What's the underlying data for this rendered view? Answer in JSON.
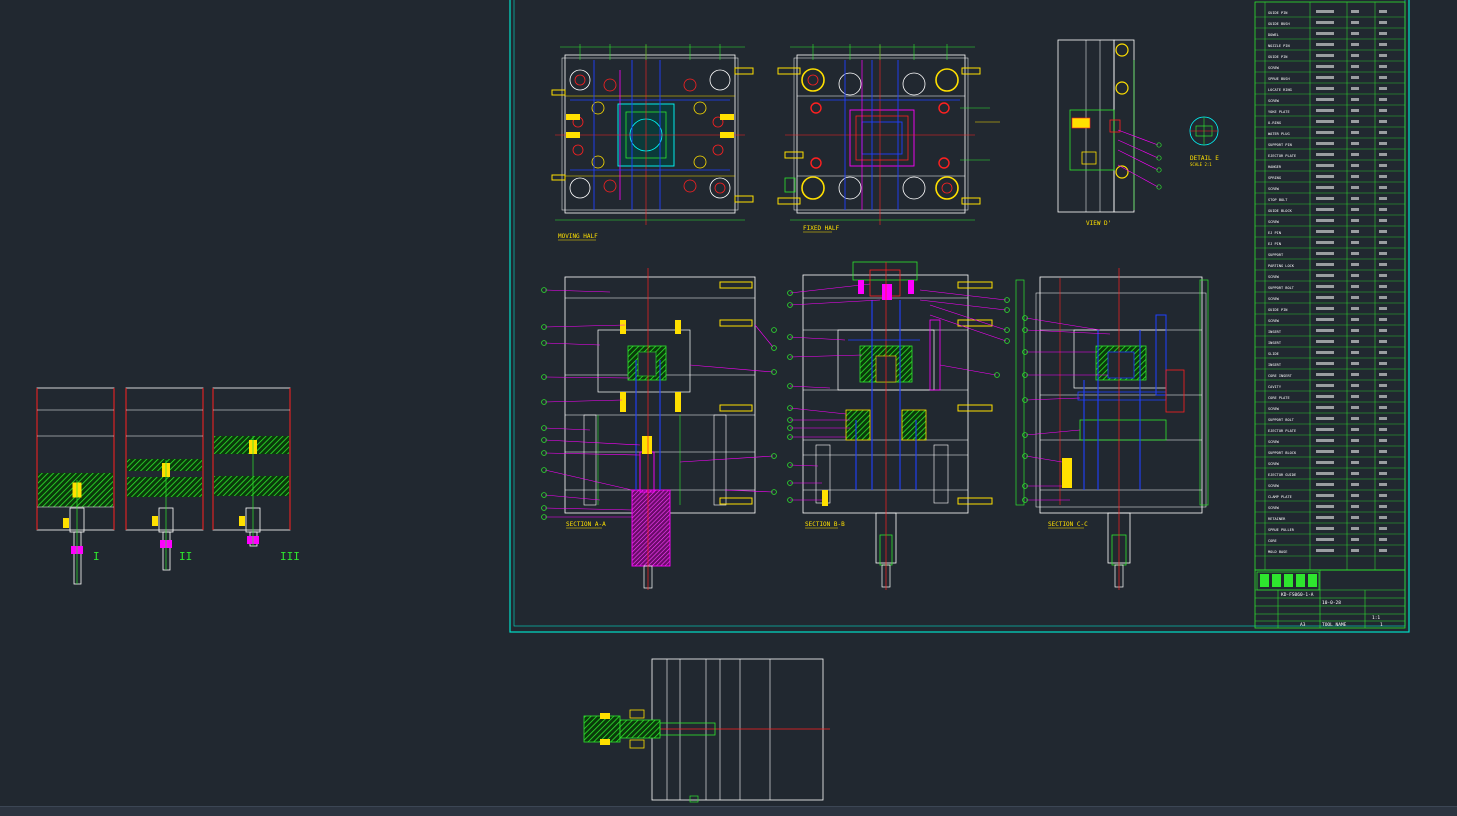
{
  "views": {
    "moving_half": "MOVING HALF",
    "fixed_half": "FIXED HALF",
    "view_d": "VIEW D'",
    "detail_e": "DETAIL E",
    "detail_e_scale": "SCALE 2:1",
    "section_aa": "SECTION A-A",
    "section_bb": "SECTION B-B",
    "section_cc": "SECTION C-C"
  },
  "stages": [
    "I",
    "II",
    "III"
  ],
  "title_block": {
    "drawing_no": "KD-FS060-1-A",
    "date": "10-0-28",
    "scale": "1:1",
    "sheet": "1",
    "size": "A3",
    "title": "TOOL NAME"
  },
  "bom_items": [
    "GUIDE PIN",
    "GUIDE BUSH",
    "DOWEL",
    "NOZZLE PIN",
    "GUIDE PIN",
    "SCREW",
    "SPRUE BUSH",
    "LOCATE RING",
    "SCREW",
    "YOKE PLATE",
    "O-RING",
    "WATER PLUG",
    "SUPPORT PIN",
    "EJECTOR PLATE",
    "HANGER",
    "SPRING",
    "SCREW",
    "STOP BOLT",
    "GUIDE BLOCK",
    "SCREW",
    "EJ PIN",
    "EJ PIN",
    "SUPPORT",
    "PARTING LOCK",
    "SCREW",
    "SUPPORT BOLT",
    "SCREW",
    "GUIDE PIN",
    "SCREW",
    "INSERT",
    "INSERT",
    "SLIDE",
    "INSERT",
    "CORE INSERT",
    "CAVITY",
    "CORE PLATE",
    "SCREW",
    "SUPPORT BOLT",
    "EJECTOR PLATE",
    "SCREW",
    "SUPPORT BLOCK",
    "SCREW",
    "EJECTOR GUIDE",
    "SCREW",
    "CLAMP PLATE",
    "SCREW",
    "RETAINER",
    "SPRUE PULLER",
    "CORE",
    "MOLD BASE"
  ],
  "colors": {
    "background": "#212830",
    "border": "#00e0c8",
    "outline": "#ffffff",
    "green": "#2ee62e",
    "yellow": "#ffe000",
    "magenta": "#ff00ff",
    "blue": "#2040ff",
    "red": "#ff2020",
    "cyan": "#00ffff"
  }
}
